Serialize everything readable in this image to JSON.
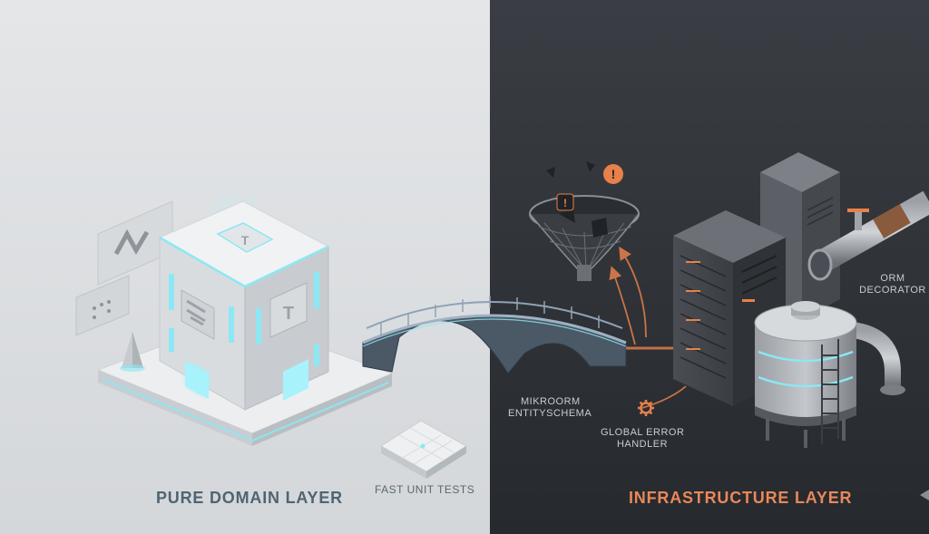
{
  "labels": {
    "pure_domain_layer": "PURE DOMAIN LAYER",
    "fast_unit_tests": "FAST UNIT TESTS",
    "infrastructure_layer": "INFRASTRUCTURE LAYER",
    "mikroorm_entityschema_line1": "MIKROORM",
    "mikroorm_entityschema_line2": "ENTITYSCHEMA",
    "global_error_handler_line1": "GLOBAL ERROR",
    "global_error_handler_line2": "HANDLER",
    "orm_decorator_line1": "ORM",
    "orm_decorator_line2": "DECORATOR",
    "cube_letter": "T",
    "funnel_alert": "!"
  },
  "colors": {
    "left_bg": "#dfe1e3",
    "right_bg": "#2f3338",
    "domain_label": "#4f6472",
    "infra_label": "#e8885a",
    "glow_cyan": "#8be8f4",
    "glow_orange": "#e8804a",
    "dark_label": "#c9ccd0",
    "light_label": "#5a6670"
  },
  "icons": {
    "domain_building": "cube-building-icon",
    "bridge": "bridge-icon",
    "funnel": "error-funnel-icon",
    "server": "server-rack-icon",
    "tank": "storage-tank-icon",
    "pipe": "pipe-icon",
    "gear": "gear-icon",
    "test_tile": "test-tile-icon"
  }
}
